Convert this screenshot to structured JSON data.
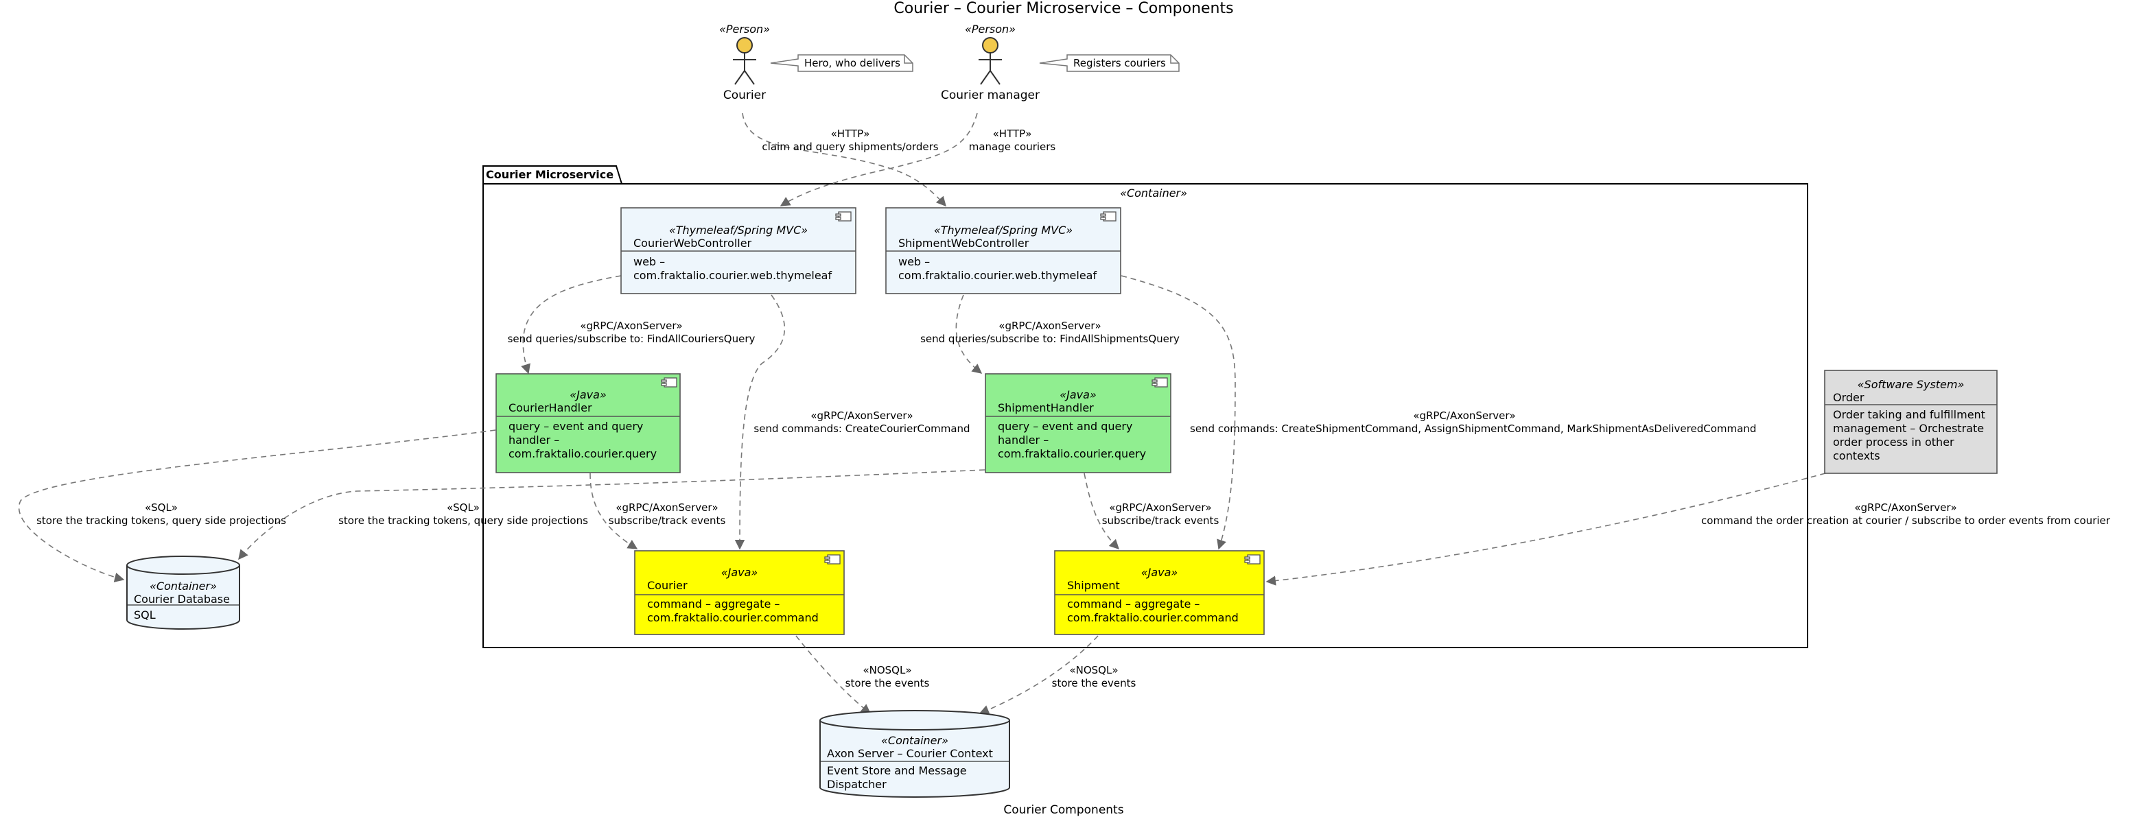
{
  "title": "Courier – Courier Microservice – Components",
  "caption": "Courier Components",
  "colors": {
    "component": "#EEF6FC",
    "handler": "#90EE90",
    "aggregate": "#FFFF00",
    "external": "#DDDDDD",
    "actor": "#F2C94C"
  },
  "actors": {
    "courier": {
      "stereotype": "«Person»",
      "name": "Courier",
      "note": "Hero, who delivers"
    },
    "manager": {
      "stereotype": "«Person»",
      "name": "Courier manager",
      "note": "Registers couriers"
    }
  },
  "package": {
    "label": "Courier Microservice",
    "stereotype": "«Container»"
  },
  "components": {
    "courier_web": {
      "stereotype": "«Thymeleaf/Spring MVC»",
      "name": "CourierWebController",
      "description": "web –\ncom.fraktalio.courier.web.thymeleaf"
    },
    "shipment_web": {
      "stereotype": "«Thymeleaf/Spring MVC»",
      "name": "ShipmentWebController",
      "description": "web –\ncom.fraktalio.courier.web.thymeleaf"
    },
    "courier_handler": {
      "stereotype": "«Java»",
      "name": "CourierHandler",
      "description": "query – event and query\nhandler –\ncom.fraktalio.courier.query"
    },
    "shipment_handler": {
      "stereotype": "«Java»",
      "name": "ShipmentHandler",
      "description": "query – event and query\nhandler –\ncom.fraktalio.courier.query"
    },
    "courier_agg": {
      "stereotype": "«Java»",
      "name": "Courier",
      "description": "command – aggregate –\ncom.fraktalio.courier.command"
    },
    "shipment_agg": {
      "stereotype": "«Java»",
      "name": "Shipment",
      "description": "command – aggregate –\ncom.fraktalio.courier.command"
    },
    "order": {
      "stereotype": "«Software System»",
      "name": "Order",
      "description": "Order taking and fulfillment\nmanagement – Orchestrate\norder process in other\ncontexts"
    }
  },
  "databases": {
    "courier_db": {
      "stereotype": "«Container»",
      "name": "Courier Database",
      "description": "SQL"
    },
    "axon": {
      "stereotype": "«Container»",
      "name": "Axon Server – Courier Context",
      "description": "Event Store and Message\nDispatcher"
    }
  },
  "relations": {
    "courier_http": {
      "line1": "«HTTP»",
      "line2": "claim and query shipments/orders"
    },
    "manager_http": {
      "line1": "«HTTP»",
      "line2": "manage couriers"
    },
    "cweb_query": {
      "line1": "«gRPC/AxonServer»",
      "line2": "send queries/subscribe to: FindAllCouriersQuery"
    },
    "sweb_query": {
      "line1": "«gRPC/AxonServer»",
      "line2": "send queries/subscribe to: FindAllShipmentsQuery"
    },
    "cweb_cmd": {
      "line1": "«gRPC/AxonServer»",
      "line2": "send commands: CreateCourierCommand"
    },
    "sweb_cmd": {
      "line1": "«gRPC/AxonServer»",
      "line2": "send commands: CreateShipmentCommand, AssignShipmentCommand, MarkShipmentAsDeliveredCommand"
    },
    "ch_sql": {
      "line1": "«SQL»",
      "line2": "store the tracking tokens, query side projections"
    },
    "sh_sql": {
      "line1": "«SQL»",
      "line2": "store the tracking tokens, query side projections"
    },
    "ch_sub": {
      "line1": "«gRPC/AxonServer»",
      "line2": "subscribe/track events"
    },
    "sh_sub": {
      "line1": "«gRPC/AxonServer»",
      "line2": "subscribe/track events"
    },
    "order_rel": {
      "line1": "«gRPC/AxonServer»",
      "line2": "command the order creation at courier / subscribe to order events from courier"
    },
    "cagg_nosql": {
      "line1": "«NOSQL»",
      "line2": "store the events"
    },
    "sagg_nosql": {
      "line1": "«NOSQL»",
      "line2": "store the events"
    }
  }
}
